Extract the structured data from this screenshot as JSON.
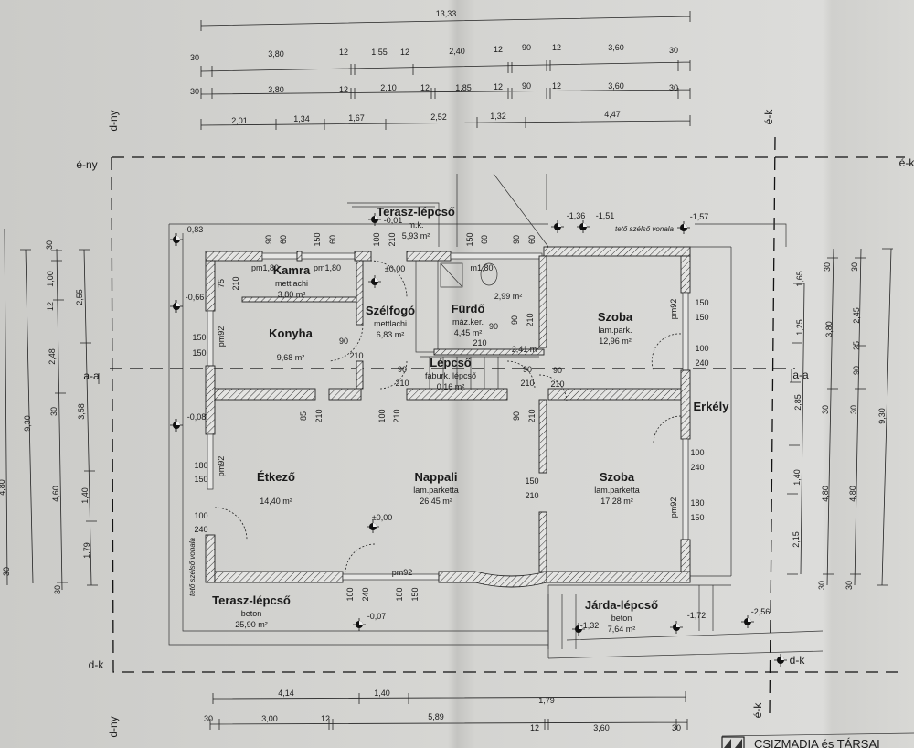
{
  "title_block": {
    "company": "CSIZMADIA és TÁRSAI"
  },
  "rooms": [
    {
      "name": "Terasz-lépcső",
      "finish": "m.k.",
      "area": "5,93 m²"
    },
    {
      "name": "Kamra",
      "finish": "mettlachi",
      "area": "3,80 m²"
    },
    {
      "name": "Szélfogó",
      "finish": "mettlachi",
      "area": "6,83 m²"
    },
    {
      "name": "Fürdő",
      "finish": "máz.ker.",
      "area": "4,45 m²"
    },
    {
      "name": "Konyha",
      "finish": "",
      "area": "9,68 m²"
    },
    {
      "name": "Lépcső",
      "finish": "faburk. lépcső",
      "area": "0,16 m²"
    },
    {
      "name": "Szoba",
      "finish": "lam.park.",
      "area": "12,96 m²"
    },
    {
      "name": "Erkély",
      "finish": "",
      "area": ""
    },
    {
      "name": "Étkező",
      "finish": "",
      "area": "14,40 m²"
    },
    {
      "name": "Nappali",
      "finish": "lam.parketta",
      "area": "26,45 m²"
    },
    {
      "name": "Szoba",
      "finish": "lam.parketta",
      "area": "17,28 m²"
    },
    {
      "name": "Terasz-lépcső",
      "finish": "beton",
      "area": "25,90 m²"
    },
    {
      "name": "Járda-lépcső",
      "finish": "beton",
      "area": "7,64 m²"
    }
  ],
  "extra_areas": [
    "2,99 m²",
    "2,41 m²"
  ],
  "dimensions": {
    "top_total": [
      "13,33"
    ],
    "top_row1": [
      "30",
      "3,80",
      "12",
      "1,55",
      "12",
      "2,40",
      "12",
      "90",
      "12",
      "3,60",
      "30"
    ],
    "top_row2": [
      "30",
      "3,80",
      "12",
      "2,10",
      "12",
      "1,85",
      "12",
      "90",
      "12",
      "3,60",
      "30"
    ],
    "top_row3": [
      "2,01",
      "1,34",
      "1,67",
      "2,52",
      "1,32",
      "4,47"
    ],
    "left_outer": [
      "4,80",
      "30"
    ],
    "left_a": [
      "9,30"
    ],
    "left_b": [
      "30",
      "1,00",
      "12",
      "2,48",
      "30",
      "4,60",
      "30"
    ],
    "left_c": [
      "2,55",
      "3,58",
      "1,40",
      "1,79"
    ],
    "right_a": [
      "1,65",
      "1,25",
      "2,85",
      "1,40",
      "2,15"
    ],
    "right_b": [
      "30",
      "3,80",
      "30",
      "4,80",
      "30"
    ],
    "right_c": [
      "30",
      "2,45",
      "25",
      "90",
      "30",
      "4,80",
      "30"
    ],
    "right_d": [
      "9,30"
    ],
    "bottom_row1": [
      "4,14",
      "1,40",
      "1,79"
    ],
    "bottom_row2": [
      "30",
      "3,00",
      "12",
      "5,89",
      "12",
      "3,60",
      "30"
    ]
  },
  "openings": [
    "90",
    "60",
    "150",
    "60",
    "100",
    "210",
    "150",
    "60",
    "90",
    "60",
    "pm1,80",
    "pm1,80",
    "m1,80",
    "75",
    "210",
    "150",
    "150",
    "pm92",
    "90",
    "210",
    "90",
    "90",
    "210",
    "210",
    "90",
    "210",
    "90",
    "210",
    "pm92",
    "150",
    "150",
    "100",
    "240",
    "90",
    "210",
    "85",
    "210",
    "100",
    "210",
    "90",
    "210",
    "180",
    "150",
    "pm92",
    "100",
    "240",
    "150",
    "210",
    "100",
    "240",
    "180",
    "150",
    "pm92",
    "pm92",
    "100",
    "240",
    "180",
    "150"
  ],
  "levels": [
    "-0,01",
    "-0,83",
    "±0,00",
    "-0,66",
    "-1,36",
    "-1,51",
    "-1,57",
    "-0,08",
    "±0,00",
    "-0,07",
    "-1,32",
    "-1,72",
    "-2,56"
  ],
  "annotations": [
    "tető szélső vonala",
    "tető szélső vonala"
  ],
  "markers": [
    "é-ny",
    "d-ny",
    "d-ny",
    "é-k",
    "é-k",
    "d-k",
    "d-k",
    "é-k",
    "a-a",
    "a-a"
  ]
}
